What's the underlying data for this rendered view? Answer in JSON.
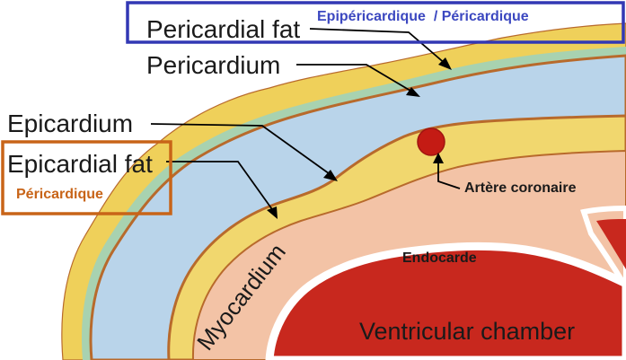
{
  "labels": {
    "pericardial_fat": "Pericardial fat",
    "pericardial_fat_fr": "Epipéricardique  / Péricardique",
    "pericardium": "Pericardium",
    "epicardium": "Epicardium",
    "epicardial_fat": "Epicardial fat",
    "epicardial_fat_fr": "Péricardique",
    "artere_coronaire": "Artère coronaire",
    "endocarde": "Endocarde",
    "myocardium": "Myocardium",
    "ventricular_chamber": "Ventricular chamber"
  },
  "colors": {
    "pericardial_fat": "#efd05a",
    "pericardium_line": "#a8d2b0",
    "pericardial_space": "#b9d4ea",
    "epicardial_fat": "#f1d76e",
    "myocardium": "#f3c3a6",
    "ventricle": "#c8281e",
    "layer_border": "#b86a2c",
    "coronary_artery": "#c41b14",
    "box_blue": "#3238b4",
    "box_orange": "#c86418",
    "text_fr_blue": "#3c48c0",
    "text_fr_orange": "#c86418"
  }
}
